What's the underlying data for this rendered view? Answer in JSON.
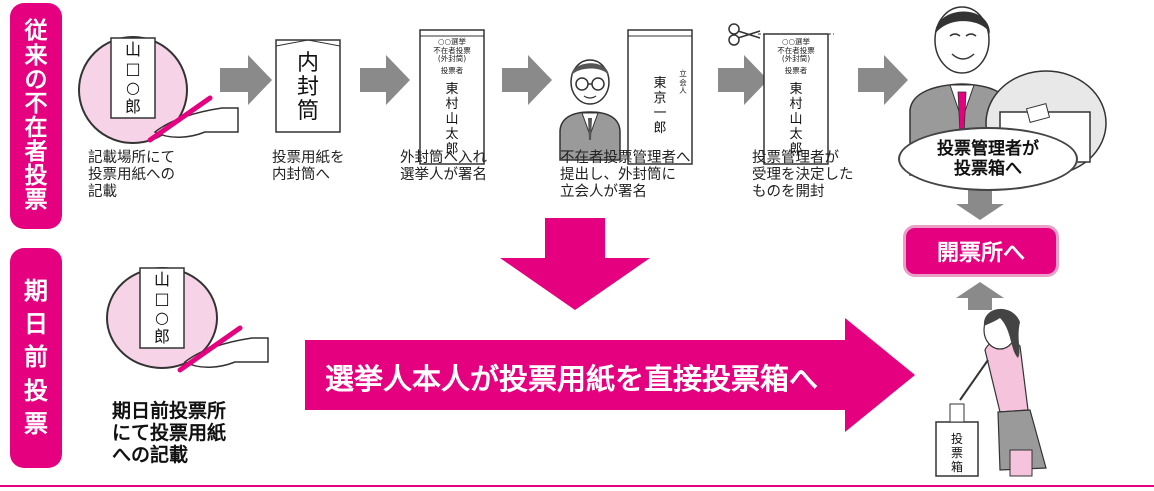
{
  "colors": {
    "accent": "#e5007f",
    "arrow_gray": "#8a8a8a",
    "ballot_bg": "#f6d3e6"
  },
  "sections": {
    "conventional": {
      "label_chars": [
        "従",
        "来",
        "の",
        "不",
        "在",
        "者",
        "投",
        "票"
      ]
    },
    "early": {
      "label_chars": [
        "期",
        "日",
        "前",
        "投",
        "票"
      ]
    }
  },
  "ballot": {
    "chars": [
      "山",
      "□",
      "○",
      "郎"
    ]
  },
  "inner_envelope": {
    "chars": [
      "内",
      "封",
      "筒"
    ]
  },
  "outer_envelope": {
    "header": [
      "○○選挙",
      "不在者投票",
      "(外封筒)"
    ],
    "voter_label": "投票者",
    "name_chars": [
      "東",
      "村",
      "山",
      "太",
      "郎"
    ]
  },
  "witness_envelope": {
    "seal": [
      "立",
      "会",
      "人"
    ],
    "name_chars": [
      "東",
      "京",
      "一",
      "郎"
    ]
  },
  "steps": [
    {
      "caption": [
        "記載場所にて",
        "投票用紙への",
        "記載"
      ]
    },
    {
      "caption": [
        "投票用紙を",
        "内封筒へ"
      ]
    },
    {
      "caption": [
        "外封筒へ入れ",
        "選挙人が署名"
      ]
    },
    {
      "caption": [
        "不在者投票管理者へ",
        "提出し、外封筒に",
        "立会人が署名"
      ]
    },
    {
      "caption": [
        "投票管理者が",
        "受理を決定した",
        "ものを開封"
      ]
    }
  ],
  "manager_bubble": [
    "投票管理者が",
    "投票箱へ"
  ],
  "counting_box": "開票所へ",
  "early_caption": [
    "期日前投票所",
    "にて投票用紙",
    "への記載"
  ],
  "banner": "選挙人本人が投票用紙を直接投票箱へ",
  "ballot_box_chars": [
    "投",
    "票",
    "箱"
  ]
}
